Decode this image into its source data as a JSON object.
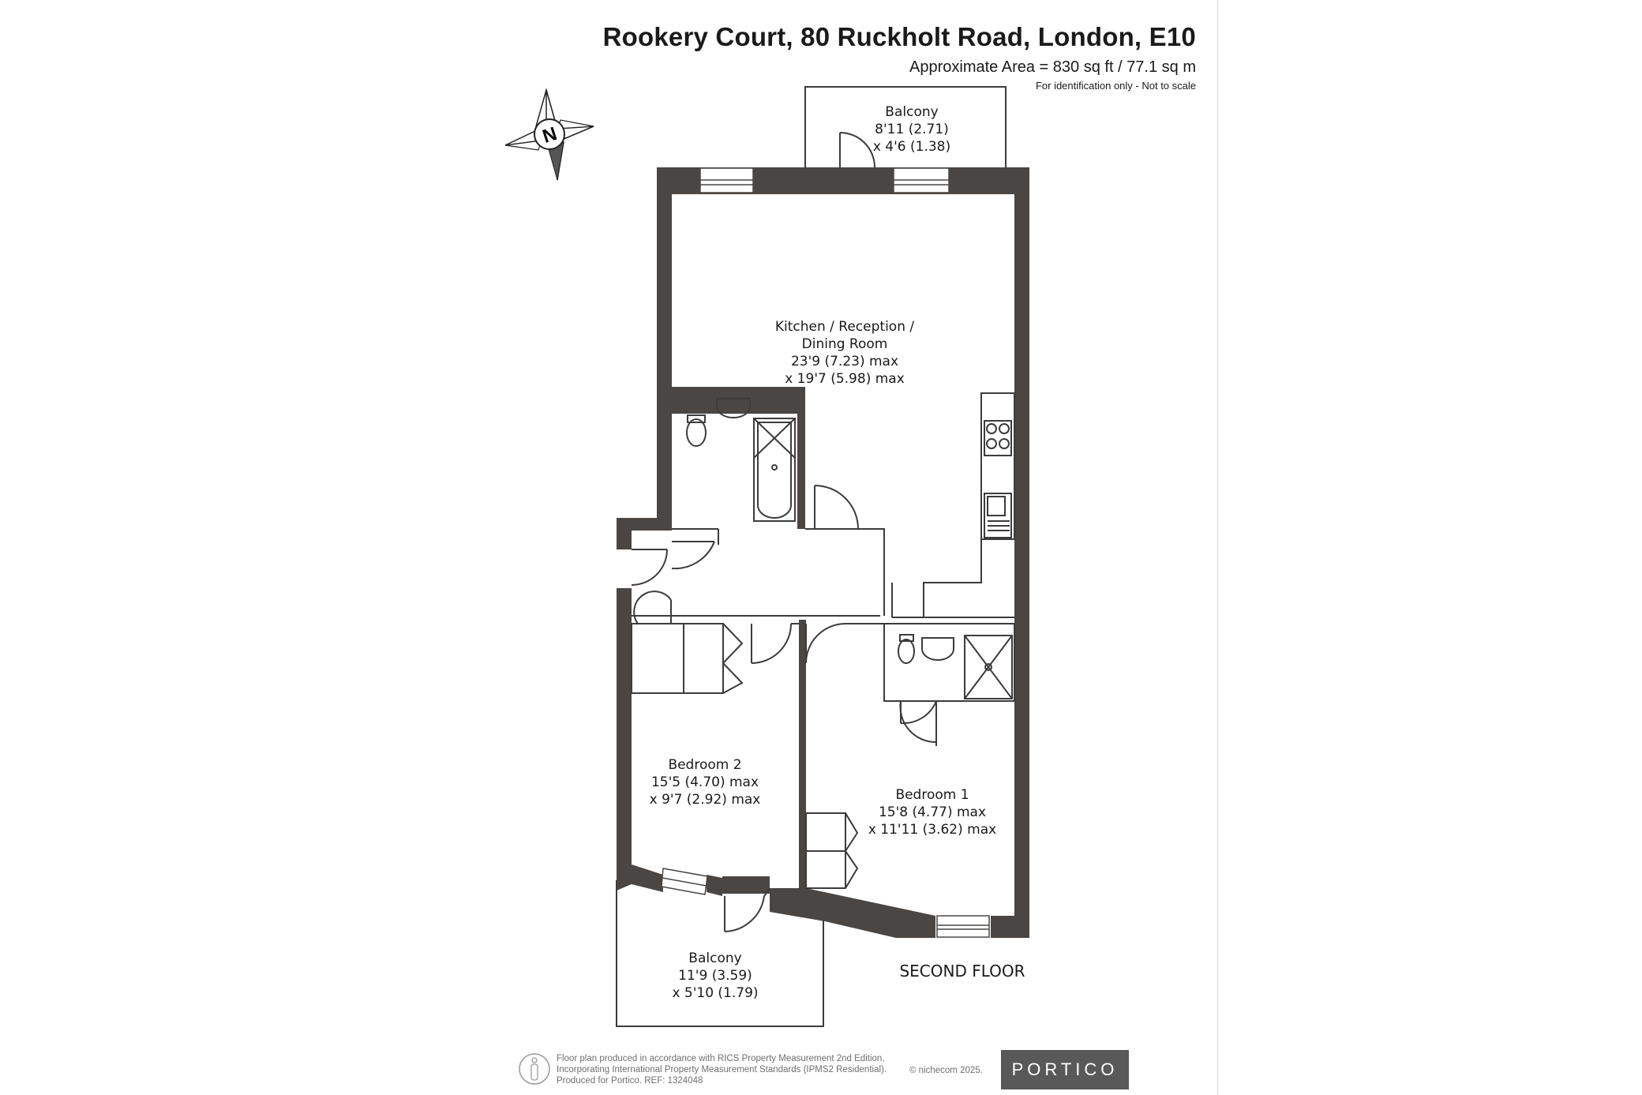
{
  "header": {
    "title": "Rookery Court, 80 Ruckholt Road, London, E10",
    "area": "Approximate Area = 830 sq ft / 77.1 sq m",
    "note": "For identification only - Not to scale"
  },
  "compass": {
    "label": "N"
  },
  "rooms": {
    "balcony_top": {
      "name": "Balcony",
      "dim1": "8'11 (2.71)",
      "dim2": "x 4'6 (1.38)"
    },
    "kitchen": {
      "name1": "Kitchen / Reception /",
      "name2": "Dining Room",
      "dim1": "23'9 (7.23) max",
      "dim2": "x 19'7 (5.98) max"
    },
    "bedroom2": {
      "name": "Bedroom 2",
      "dim1": "15'5 (4.70) max",
      "dim2": "x 9'7 (2.92) max"
    },
    "bedroom1": {
      "name": "Bedroom 1",
      "dim1": "15'8 (4.77) max",
      "dim2": "x 11'11 (3.62) max"
    },
    "balcony_bottom": {
      "name": "Balcony",
      "dim1": "11'9 (3.59)",
      "dim2": "x 5'10 (1.79)"
    }
  },
  "floor_label": "SECOND FLOOR",
  "footer": {
    "line1": "Floor plan produced in accordance with RICS Property Measurement 2nd Edition,",
    "line2": "Incorporating International Property Measurement Standards (IPMS2 Residential).",
    "line3": "Produced for Portico.   REF: 1324048",
    "copyright": "© nichecom 2025.",
    "brand": "PORTICO"
  },
  "colors": {
    "wall": "#4a4643",
    "line": "#3c3c3c",
    "brand_bg": "#595959"
  }
}
